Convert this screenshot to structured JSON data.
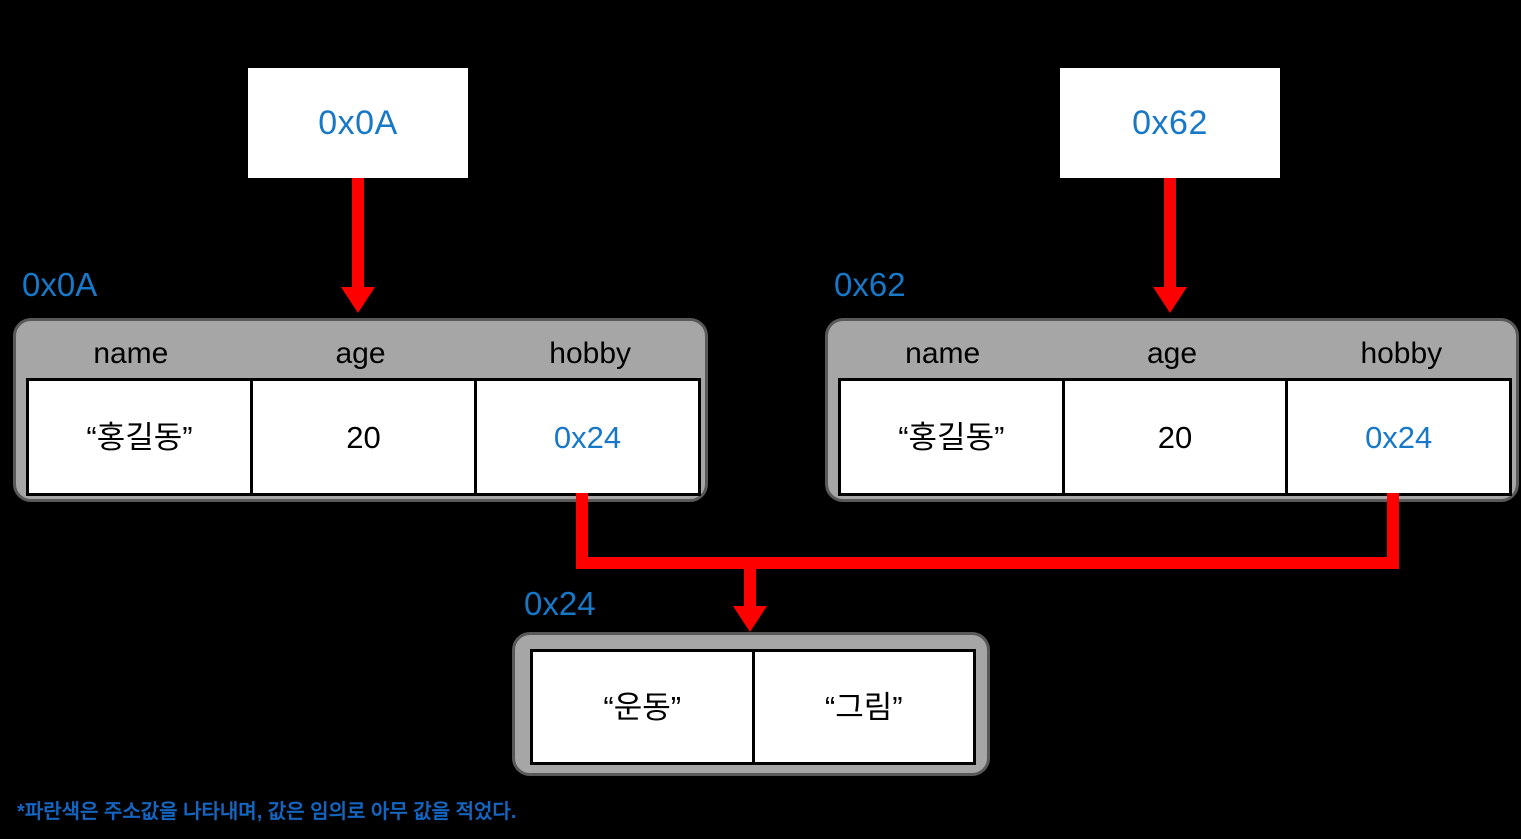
{
  "diagram": {
    "title": "Struct pointer memory layout diagram",
    "background_color": "#000000",
    "address_color": "#1878c8",
    "arrow_color": "#fe0000",
    "block_fill": "#a6a6a6",
    "cell_fill": "#ffffff"
  },
  "pointers": [
    {
      "id": "p1",
      "value": "0x0A"
    },
    {
      "id": "p2",
      "value": "0x62"
    }
  ],
  "structs": [
    {
      "id": "struct_left",
      "address": "0x0A",
      "headers": [
        "name",
        "age",
        "hobby"
      ],
      "values": [
        "“홍길동”",
        "20",
        "0x24"
      ],
      "value_is_address": [
        false,
        false,
        true
      ]
    },
    {
      "id": "struct_right",
      "address": "0x62",
      "headers": [
        "name",
        "age",
        "hobby"
      ],
      "values": [
        "“홍길동”",
        "20",
        "0x24"
      ],
      "value_is_address": [
        false,
        false,
        true
      ]
    }
  ],
  "array": {
    "id": "hobby_array",
    "address": "0x24",
    "values": [
      "“운동”",
      "“그림”"
    ]
  },
  "footnote": {
    "text": "*파란색은 주소값을 나타내며, 값은 임의로 아무 값을 적었다."
  }
}
